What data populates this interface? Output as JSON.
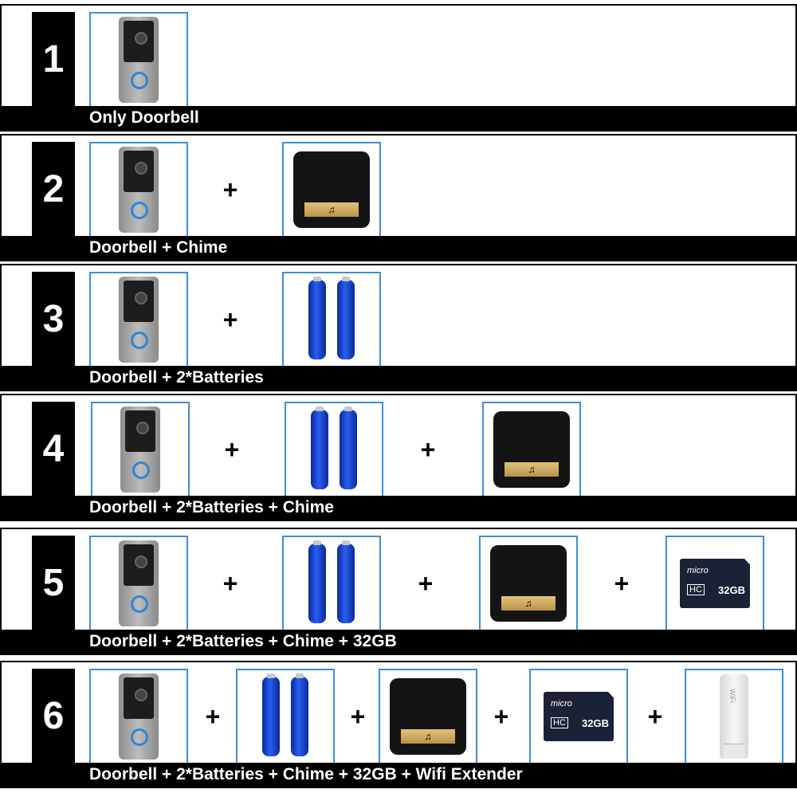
{
  "options": [
    {
      "number": "1",
      "caption": "Only Doorbell"
    },
    {
      "number": "2",
      "caption": "Doorbell + Chime"
    },
    {
      "number": "3",
      "caption": "Doorbell + 2*Batteries"
    },
    {
      "number": "4",
      "caption": "Doorbell + 2*Batteries + Chime"
    },
    {
      "number": "5",
      "caption": "Doorbell + 2*Batteries + Chime + 32GB"
    },
    {
      "number": "6",
      "caption": "Doorbell + 2*Batteries + Chime + 32GB + Wifi Extender"
    }
  ],
  "plus": "+",
  "chime_icon": "♫",
  "sd_card": {
    "brand": "micro",
    "capacity": "32GB",
    "class": "HC"
  },
  "extender": {
    "label": "WiFi"
  },
  "colors": {
    "box_border": "#3b8fd9",
    "battery": "#2a5df0",
    "chime_gold": "#d7b66a"
  }
}
